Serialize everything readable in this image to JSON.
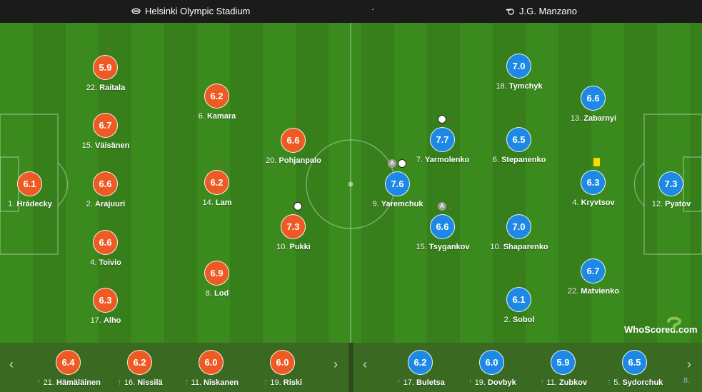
{
  "header": {
    "venue": "Helsinki Olympic Stadium",
    "separator": "·",
    "referee": "J.G. Manzano"
  },
  "home": [
    {
      "rating": "5.9",
      "num": "22.",
      "name": "Raitala",
      "markers": [
        "sub-out"
      ]
    },
    {
      "rating": "6.7",
      "num": "15.",
      "name": "Väisänen",
      "markers": []
    },
    {
      "rating": "6.6",
      "num": "2.",
      "name": "Arajuuri",
      "markers": []
    },
    {
      "rating": "6.6",
      "num": "4.",
      "name": "Toivio",
      "markers": []
    },
    {
      "rating": "6.3",
      "num": "17.",
      "name": "Alho",
      "markers": [
        "sub-out"
      ]
    },
    {
      "rating": "6.1",
      "num": "1.",
      "name": "Hrádecky",
      "markers": []
    },
    {
      "rating": "6.2",
      "num": "6.",
      "name": "Kamara",
      "markers": []
    },
    {
      "rating": "6.2",
      "num": "14.",
      "name": "Lam",
      "markers": [
        "sub-out"
      ]
    },
    {
      "rating": "6.9",
      "num": "8.",
      "name": "Lod",
      "markers": []
    },
    {
      "rating": "6.6",
      "num": "20.",
      "name": "Pohjanpalo",
      "markers": [
        "sub-out"
      ]
    },
    {
      "rating": "7.3",
      "num": "10.",
      "name": "Pukki",
      "markers": [
        "goal"
      ]
    }
  ],
  "away": [
    {
      "rating": "7.0",
      "num": "18.",
      "name": "Tymchyk",
      "markers": []
    },
    {
      "rating": "6.6",
      "num": "13.",
      "name": "Zabarnyi",
      "markers": []
    },
    {
      "rating": "7.7",
      "num": "7.",
      "name": "Yarmolenko",
      "markers": [
        "goal",
        "sub-out"
      ]
    },
    {
      "rating": "6.5",
      "num": "6.",
      "name": "Stepanenko",
      "markers": [
        "sub-out"
      ]
    },
    {
      "rating": "7.6",
      "num": "9.",
      "name": "Yaremchuk",
      "markers": [
        "assist",
        "goal",
        "sub-out"
      ]
    },
    {
      "rating": "6.3",
      "num": "4.",
      "name": "Kryvtsov",
      "markers": [
        "yellow-card"
      ]
    },
    {
      "rating": "7.3",
      "num": "12.",
      "name": "Pyatov",
      "markers": []
    },
    {
      "rating": "6.6",
      "num": "15.",
      "name": "Tsygankov",
      "markers": [
        "assist",
        "sub-out"
      ]
    },
    {
      "rating": "7.0",
      "num": "10.",
      "name": "Shaparenko",
      "markers": []
    },
    {
      "rating": "6.7",
      "num": "22.",
      "name": "Matvienko",
      "markers": []
    },
    {
      "rating": "6.1",
      "num": "2.",
      "name": "Sobol",
      "markers": [
        "sub-out"
      ]
    }
  ],
  "bench_home": [
    {
      "rating": "6.4",
      "num": "21.",
      "name": "Hämäläinen"
    },
    {
      "rating": "6.2",
      "num": "16.",
      "name": "Nissilä"
    },
    {
      "rating": "6.0",
      "num": "11.",
      "name": "Niskanen"
    },
    {
      "rating": "6.0",
      "num": "19.",
      "name": "Riski"
    }
  ],
  "bench_away": [
    {
      "rating": "6.2",
      "num": "17.",
      "name": "Buletsa"
    },
    {
      "rating": "6.0",
      "num": "19.",
      "name": "Dovbyk"
    },
    {
      "rating": "5.9",
      "num": "11.",
      "name": "Zubkov"
    },
    {
      "rating": "6.5",
      "num": "5.",
      "name": "Sydorchuk"
    },
    {
      "rating": "",
      "num": "8.",
      "name": ""
    }
  ],
  "logo": "WhoScored.com",
  "icons": {
    "sub_out": "↓",
    "sub_in": "↑",
    "prev": "‹",
    "next": "›",
    "assist": "A"
  },
  "colors": {
    "home": "#ee5a24",
    "away": "#1e88e5"
  }
}
